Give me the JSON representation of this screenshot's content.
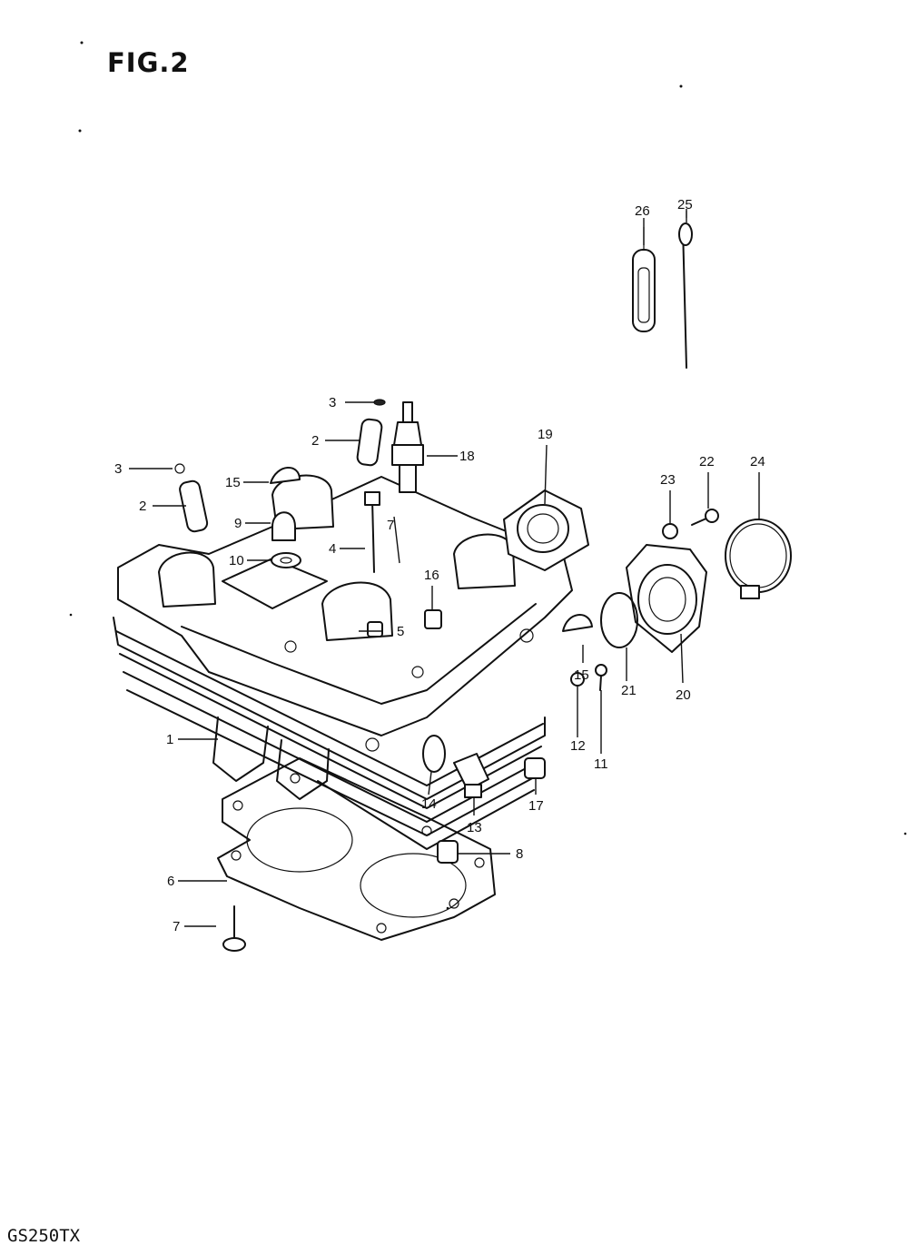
{
  "figure_title": "FIG.2",
  "model_code": "GS250TX",
  "callouts": {
    "c1": "1",
    "c2a": "2",
    "c2b": "2",
    "c3a": "3",
    "c3b": "3",
    "c4": "4",
    "c5": "5",
    "c6": "6",
    "c7": "7",
    "c8": "8",
    "c9": "9",
    "c10": "10",
    "c11": "11",
    "c12": "12",
    "c13": "13",
    "c14": "14",
    "c15a": "15",
    "c15b": "15",
    "c16": "16",
    "c17": "17",
    "c18": "18",
    "c19": "19",
    "c20": "20",
    "c21": "21",
    "c22": "22",
    "c23": "23",
    "c24": "24",
    "c25": "25",
    "c26": "26"
  }
}
